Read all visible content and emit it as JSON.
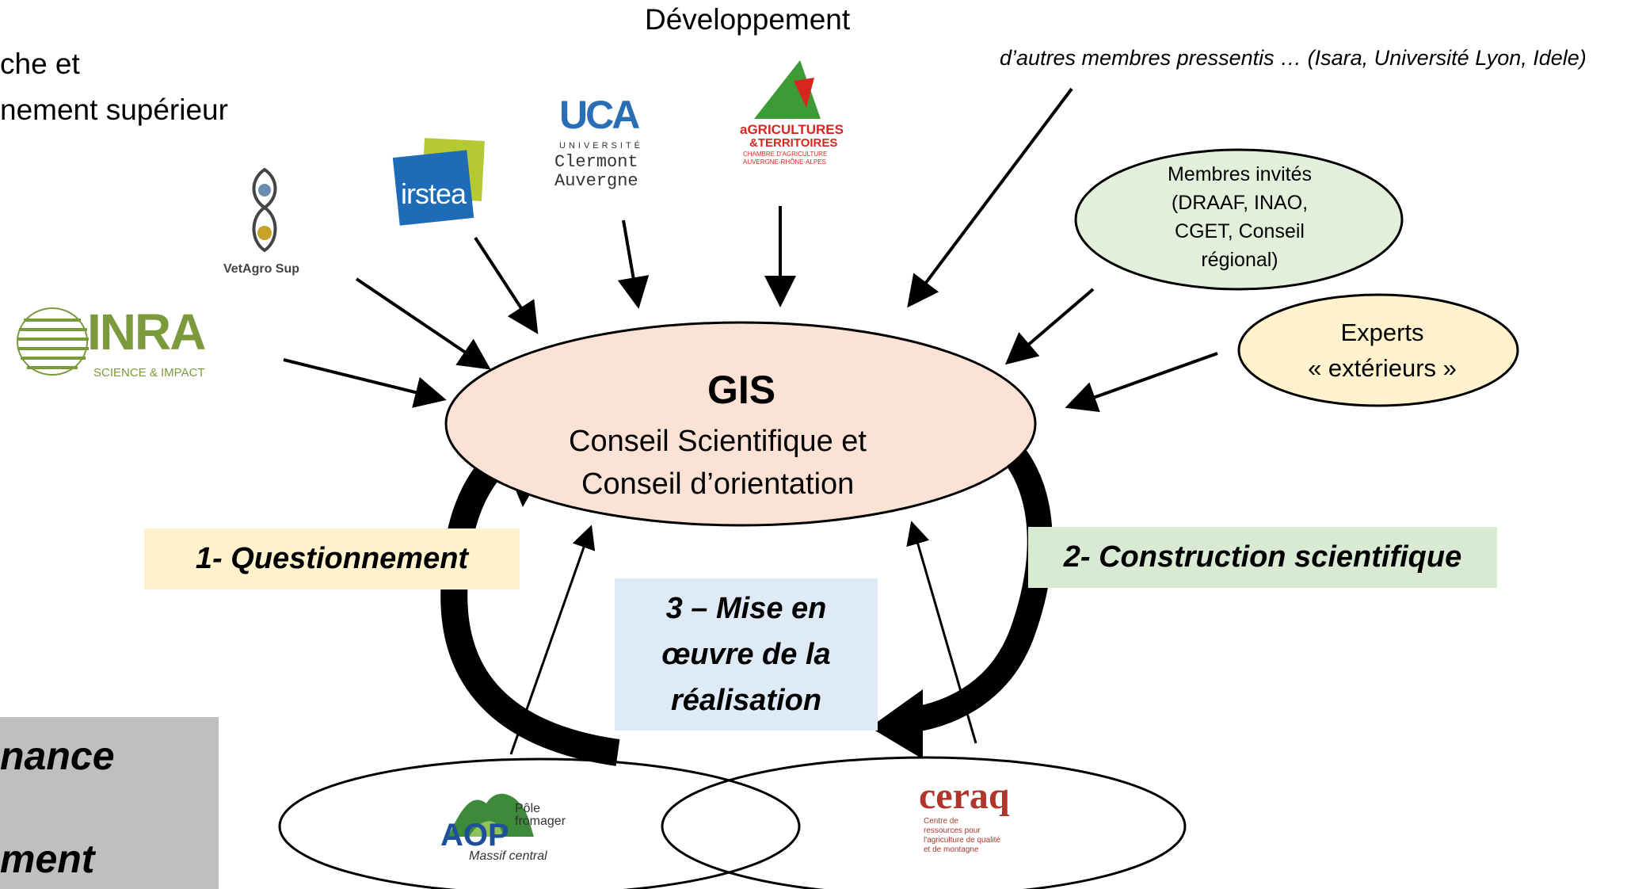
{
  "top_left": {
    "line1": "che et",
    "line2": "nement supérieur"
  },
  "top_center": {
    "label": "Développement"
  },
  "top_right_note": {
    "text": "d’autres membres pressentis … (Isara, Université Lyon, Idele)"
  },
  "gis": {
    "title": "GIS",
    "line1": "Conseil Scientifique et",
    "line2": "Conseil d’orientation",
    "fill": "#fbe2d5"
  },
  "invited": {
    "lines": [
      "Membres invités",
      "(DRAAF, INAO,",
      "CGET, Conseil",
      "régional)"
    ],
    "fill": "#e2efda"
  },
  "experts": {
    "lines": [
      "Experts",
      "« extérieurs »"
    ],
    "fill": "#fff2cc"
  },
  "steps": {
    "s1": {
      "text": "1- Questionnement",
      "fill": "#fff2cc"
    },
    "s2": {
      "text": "2- Construction scientifique",
      "fill": "#d9ead3"
    },
    "s3": {
      "lines": [
        "3 – Mise en",
        "œuvre de la",
        "réalisation"
      ],
      "fill": "#deebf7"
    }
  },
  "side_box": {
    "line1": "nance",
    "line2": "ment",
    "fill": "#bfbfbf"
  },
  "logos": {
    "inra": {
      "name": "INRA",
      "tagline": "SCIENCE & IMPACT",
      "color": "#7a9a3c",
      "icon": "inra-logo"
    },
    "vetagro": {
      "name": "VetAgro Sup",
      "icon": "vetagro-logo"
    },
    "irstea": {
      "name": "irstea",
      "icon": "irstea-logo"
    },
    "uca": {
      "mark": "UCA",
      "lines": [
        "UNIVERSITÉ",
        "Clermont",
        "Auvergne"
      ],
      "icon": "uca-logo"
    },
    "agri": {
      "lines": [
        "aGRICULTURES",
        "&TERRITOIRES",
        "CHAMBRE D'AGRICULTURE",
        "AUVERGNE-RHÔNE-ALPES"
      ],
      "icon": "chambre-agriculture-logo"
    },
    "aop": {
      "mark": "AOP",
      "lines": [
        "Pôle",
        "fromager"
      ],
      "sub": "Massif central",
      "icon": "aop-logo"
    },
    "ceraq": {
      "name": "ceraq",
      "lines": [
        "Centre de",
        "ressources pour",
        "l'agriculture de qualité",
        "et de montagne"
      ],
      "icon": "ceraq-logo"
    }
  }
}
